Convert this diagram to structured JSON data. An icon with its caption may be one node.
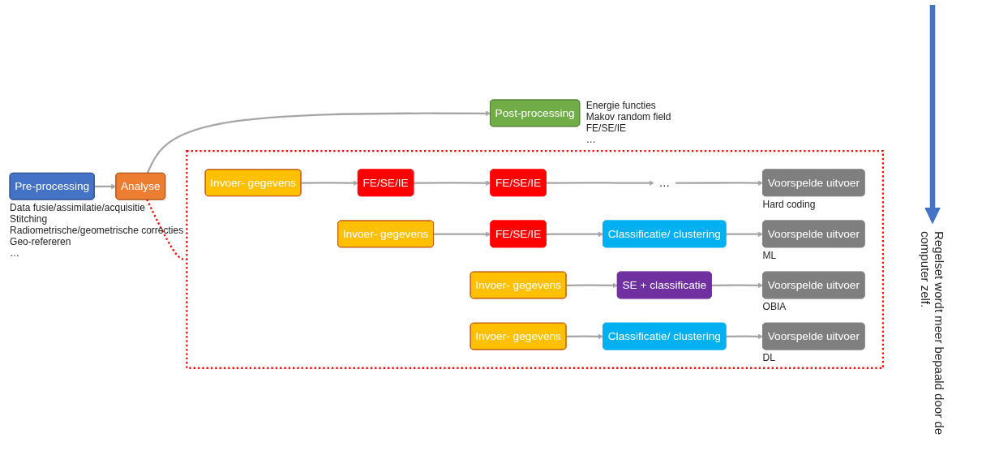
{
  "diagram": {
    "nodes": [
      {
        "text": [
          "Pre-processing"
        ],
        "beside": [
          "Data fusie/assimilatie/acquisitie",
          "Stitching",
          "Radiometrische/geometrische correcties",
          "Geo-refereren",
          "…"
        ]
      },
      {
        "text": [
          "Analyse"
        ]
      },
      {
        "text": [
          "Post-processing"
        ],
        "beside": [
          "Energie functies",
          "Makov random field",
          "FE/SE/IE",
          "…"
        ]
      },
      {
        "text": [],
        "shape": "box"
      },
      {
        "text": [
          "Invoer- gegevens"
        ],
        "in": 3
      },
      {
        "text": [
          "FE/SE/IE"
        ],
        "in": 3
      },
      {
        "text": [
          "FE/SE/IE"
        ],
        "in": 3
      },
      {
        "text": [
          "…"
        ],
        "in": 3
      },
      {
        "text": [
          "Voorspelde uitvoer"
        ],
        "in": 3,
        "beside": [
          "Hard coding"
        ]
      },
      {
        "text": [
          "Invoer- gegevens"
        ],
        "in": 3
      },
      {
        "text": [
          "FE/SE/IE"
        ],
        "in": 3
      },
      {
        "text": [
          "Classificatie/ clustering"
        ],
        "in": 3
      },
      {
        "text": [
          "Voorspelde uitvoer"
        ],
        "in": 3,
        "beside": [
          "ML"
        ]
      },
      {
        "text": [
          "Invoer- gegevens"
        ],
        "in": 3
      },
      {
        "text": [
          "SE + classificatie"
        ],
        "in": 3
      },
      {
        "text": [
          "Voorspelde uitvoer"
        ],
        "in": 3,
        "beside": [
          "OBIA"
        ]
      },
      {
        "text": [
          "Invoer- gegevens"
        ],
        "in": 3
      },
      {
        "text": [
          "Classificatie/ clustering"
        ],
        "in": 3
      },
      {
        "text": [
          "Voorspelde uitvoer"
        ],
        "in": 3,
        "beside": [
          "DL"
        ]
      }
    ],
    "edges": [
      {
        "from": 0,
        "to": 1,
        "arrow": "to"
      },
      {
        "from": 1,
        "to": 2,
        "arrow": "to"
      },
      {
        "from": 1,
        "to": 3,
        "arrow": "none",
        "style": "dashed",
        "color": "#ff0000"
      },
      {
        "from": 4,
        "to": 5,
        "arrow": "to"
      },
      {
        "from": 5,
        "to": 6,
        "arrow": "to"
      },
      {
        "from": 6,
        "to": 7,
        "arrow": "to"
      },
      {
        "from": 7,
        "to": 8,
        "arrow": "to"
      },
      {
        "from": 9,
        "to": 10,
        "arrow": "to"
      },
      {
        "from": 10,
        "to": 11,
        "arrow": "to"
      },
      {
        "from": 11,
        "to": 12,
        "arrow": "to"
      },
      {
        "from": 13,
        "to": 14,
        "arrow": "to"
      },
      {
        "from": 14,
        "to": 15,
        "arrow": "to"
      },
      {
        "from": 16,
        "to": 17,
        "arrow": "to"
      },
      {
        "from": 17,
        "to": 18,
        "arrow": "to"
      }
    ],
    "labels": [
      "Regelset wordt meer bepaald door de computer zelf."
    ]
  }
}
